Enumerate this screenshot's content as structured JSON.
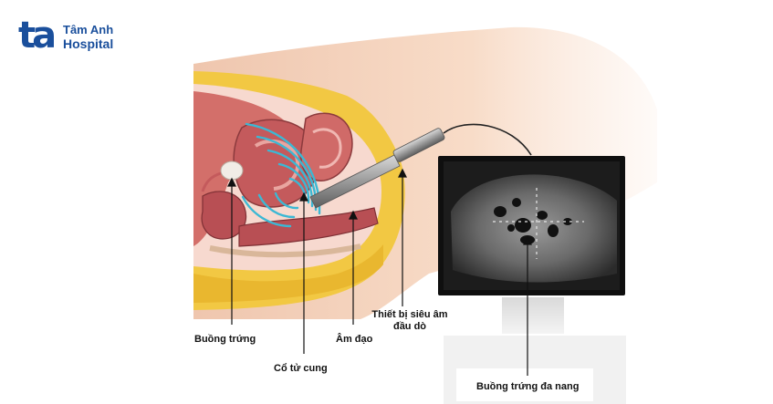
{
  "brand": {
    "logo_mark": "ta",
    "name_line1": "Tâm Anh",
    "name_line2": "Hospital",
    "color": "#1a4f9c"
  },
  "labels": {
    "ovary": "Buồng trứng",
    "cervix": "Cổ tử cung",
    "vagina": "Âm đạo",
    "probe_line1": "Thiết bị siêu âm",
    "probe_line2": "đầu dò",
    "pcos": "Buồng trứng đa nang"
  },
  "colors": {
    "skin": "#f6d8c3",
    "fat": "#f2c843",
    "muscle": "#c45a5c",
    "wave": "#3bb8d4",
    "monitor": "#0f0f0f"
  }
}
